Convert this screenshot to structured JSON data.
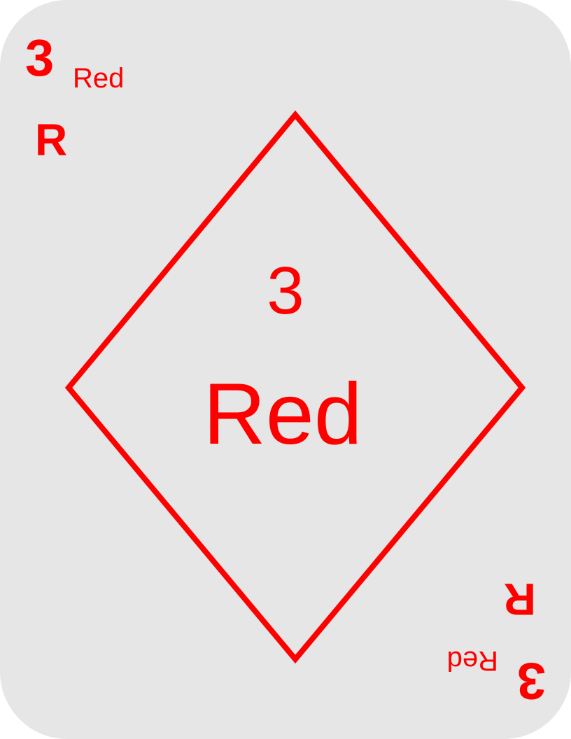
{
  "card": {
    "rank": "3",
    "name": "Red",
    "suit_letter": "R",
    "background_color": "#e6e6e6",
    "ink_color": "#ff0000",
    "center_shape": "diamond-outline"
  }
}
